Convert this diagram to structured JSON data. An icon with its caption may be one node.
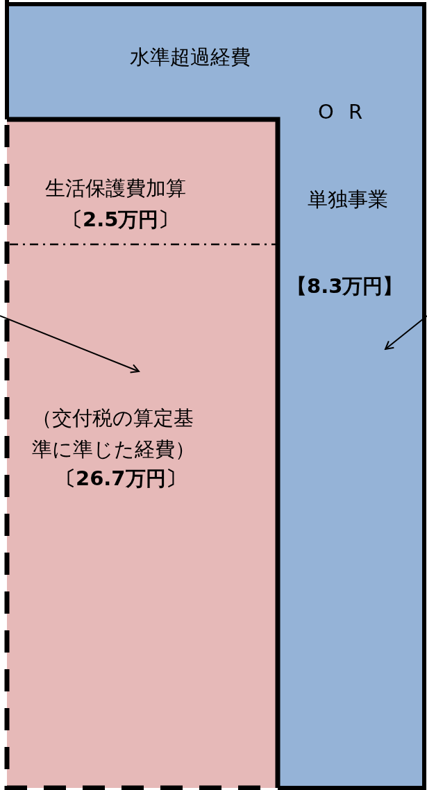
{
  "diagram": {
    "nodes": [
      {
        "text": [
          "水準超過経費",
          "O R",
          "単独事業",
          "【8.3万円】"
        ]
      },
      {
        "text": [
          "生活保護費加算",
          "〔2.5万円〕"
        ]
      },
      {
        "text": [
          "（交付税の算定基準に準じた経費）",
          "〔26.7万円〕"
        ]
      }
    ],
    "edges": [
      {
        "from": null,
        "to": 2,
        "arrow": "to"
      },
      {
        "from": null,
        "to": 0,
        "arrow": "to"
      }
    ]
  }
}
